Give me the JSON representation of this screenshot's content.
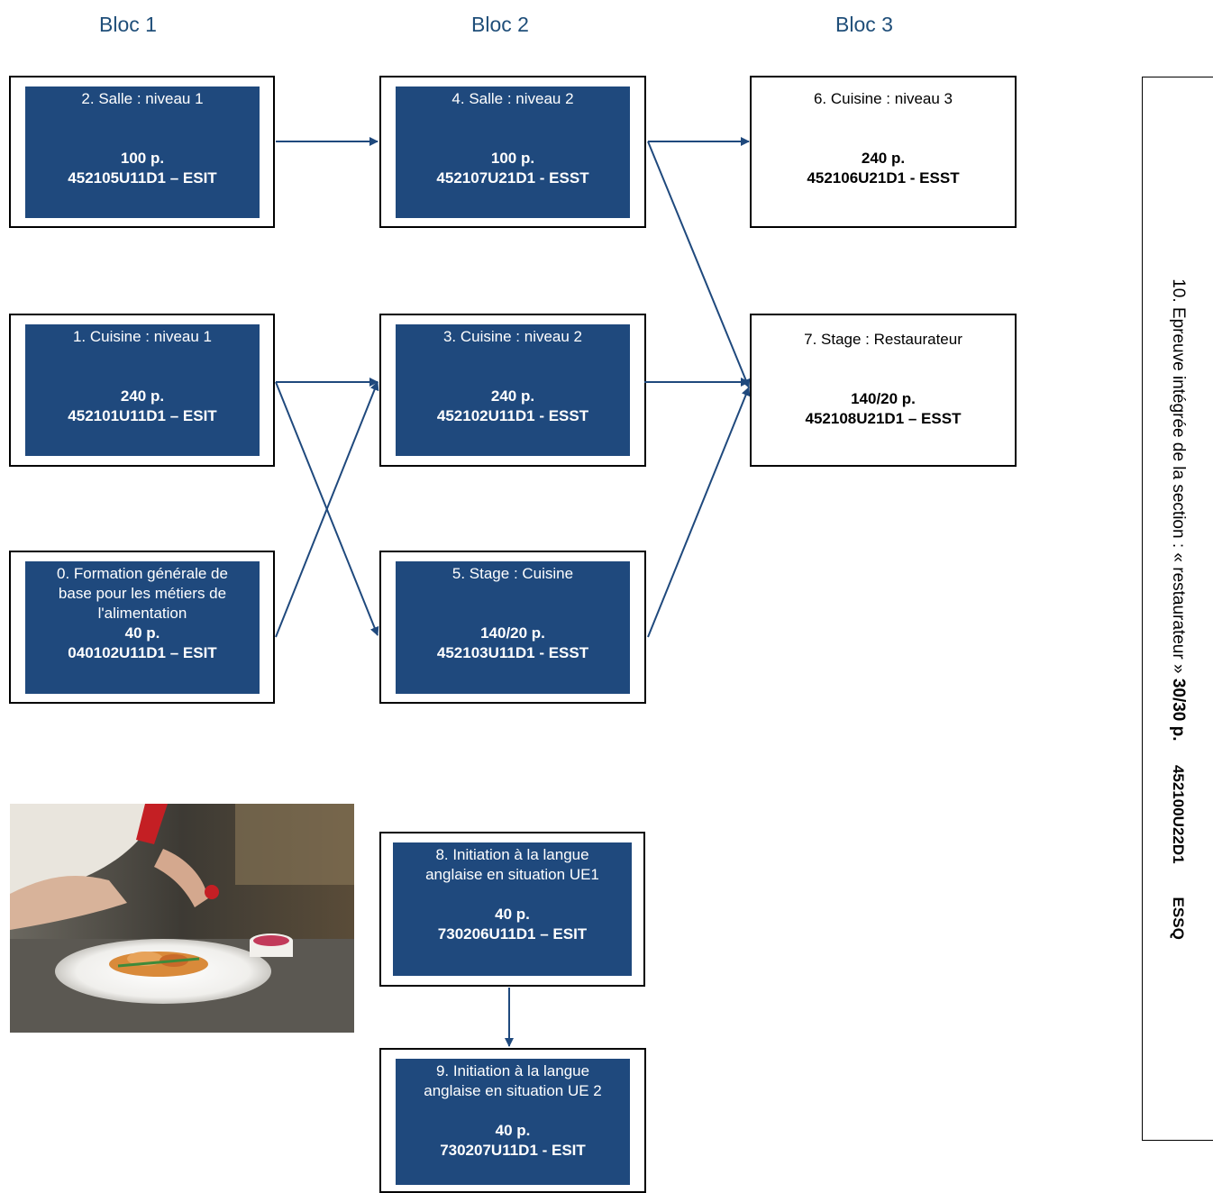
{
  "headers": {
    "bloc1": "Bloc 1",
    "bloc2": "Bloc 2",
    "bloc3": "Bloc 3"
  },
  "nodes": {
    "n2": {
      "title": "2. Salle : niveau 1",
      "periods": "100 p.",
      "code": "452105U11D1 – ESIT"
    },
    "n4": {
      "title": "4. Salle : niveau 2",
      "periods": "100 p.",
      "code": "452107U21D1 - ESST"
    },
    "n6": {
      "title": "6. Cuisine : niveau 3",
      "periods": "240 p.",
      "code": "452106U21D1 - ESST"
    },
    "n1": {
      "title": "1. Cuisine : niveau 1",
      "periods": "240 p.",
      "code": "452101U11D1 – ESIT"
    },
    "n3": {
      "title": "3. Cuisine : niveau 2",
      "periods": "240 p.",
      "code": "452102U11D1 - ESST"
    },
    "n7": {
      "title": "7. Stage : Restaurateur",
      "periods": "140/20 p.",
      "code": "452108U21D1 – ESST"
    },
    "n0": {
      "title_l1": "0. Formation générale de",
      "title_l2": "base pour les métiers de",
      "title_l3": "l'alimentation",
      "periods": "40 p.",
      "code": "040102U11D1 – ESIT"
    },
    "n5": {
      "title": "5. Stage : Cuisine",
      "periods": "140/20 p.",
      "code": "452103U11D1 - ESST"
    },
    "n8": {
      "title_l1": "8. Initiation à la langue",
      "title_l2": "anglaise en situation UE1",
      "periods": "40 p.",
      "code": "730206U11D1 – ESIT"
    },
    "n9": {
      "title_l1": "9. Initiation à la langue",
      "title_l2": "anglaise en situation UE 2",
      "periods": "40 p.",
      "code": "730207U11D1 - ESIT"
    }
  },
  "sidebar": {
    "label": "10. Epreuve intégrée de la section : « restaurateur »",
    "periods": "30/30 p.",
    "code": "452100U22D1",
    "school": "ESSQ"
  },
  "colors": {
    "box_fill": "#1f497d",
    "arrow": "#1f497d",
    "header": "#1f4e79"
  }
}
